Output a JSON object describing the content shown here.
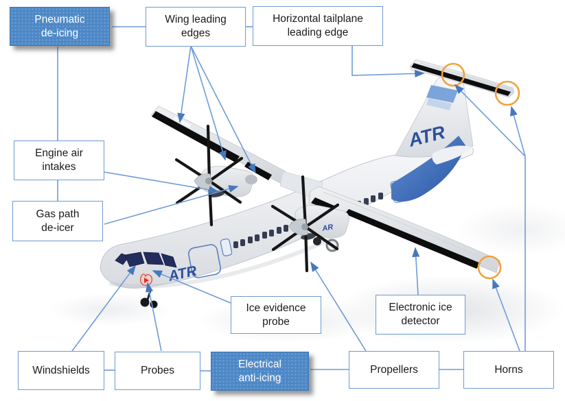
{
  "figure": {
    "type": "labeled-aircraft-diagram",
    "boxes": [
      {
        "id": "pneumatic-de-icing",
        "label": "Pneumatic\nde-icing",
        "variant": "primary"
      },
      {
        "id": "wing-leading-edges",
        "label": "Wing leading\nedges",
        "variant": "plain"
      },
      {
        "id": "horizontal-tailplane-leading-edge",
        "label": "Horizontal tailplane\nleading edge",
        "variant": "plain"
      },
      {
        "id": "engine-air-intakes",
        "label": "Engine air\nintakes",
        "variant": "plain"
      },
      {
        "id": "gas-path-de-icer",
        "label": "Gas path\nde-icer",
        "variant": "plain"
      },
      {
        "id": "ice-evidence-probe",
        "label": "Ice evidence\nprobe",
        "variant": "plain"
      },
      {
        "id": "electronic-ice-detector",
        "label": "Electronic ice\ndetector",
        "variant": "plain"
      },
      {
        "id": "windshields",
        "label": "Windshields",
        "variant": "plain"
      },
      {
        "id": "probes",
        "label": "Probes",
        "variant": "plain"
      },
      {
        "id": "electrical-anti-icing",
        "label": "Electrical\nanti-icing",
        "variant": "primary"
      },
      {
        "id": "propellers",
        "label": "Propellers",
        "variant": "plain"
      },
      {
        "id": "horns",
        "label": "Horns",
        "variant": "plain"
      }
    ],
    "aircraft": {
      "fuselage_logo": "ATR",
      "tail_logo": "ATR",
      "nacelle_logo": "AR"
    },
    "colors": {
      "system_box_blue": "#4c87c6",
      "box_border_blue": "#6d9ad2",
      "callout_line_blue": "#6d9bd8",
      "arrowhead_blue": "#4678bc",
      "horn_marker_orange": "#f0a23c",
      "atr_brand_blue": "#2d4f9e",
      "deicer_boot_black": "#0d0d0d"
    },
    "markers": {
      "horn_circles": 3
    }
  }
}
